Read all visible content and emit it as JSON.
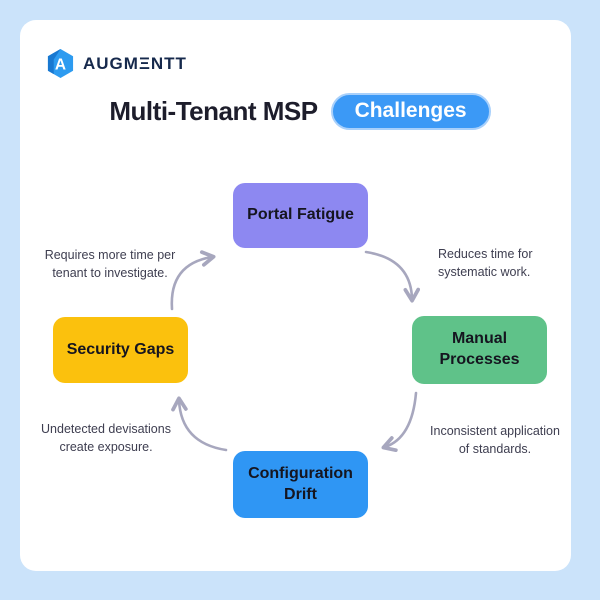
{
  "page": {
    "background_color": "#cbe3fa",
    "card_color": "#ffffff"
  },
  "logo": {
    "brand": "AUGMΞNTT",
    "icon": "augmentt-hexagon-icon",
    "icon_color": "#2d9bf0",
    "wordmark_color": "#16294c"
  },
  "title": {
    "text": "Multi-Tenant MSP",
    "badge_label": "Challenges",
    "badge_bg": "#3b99f6",
    "badge_text_color": "#ffffff"
  },
  "cycle": {
    "direction": "clockwise",
    "arrow_color": "#a7a7be",
    "nodes": [
      {
        "id": "portal-fatigue",
        "label": "Portal Fatigue",
        "bg": "#8d88f1",
        "position": "top"
      },
      {
        "id": "manual-processes",
        "label": "Manual Processes",
        "bg": "#5fc289",
        "position": "right"
      },
      {
        "id": "configuration-drift",
        "label": "Configuration Drift",
        "bg": "#2f96f4",
        "position": "bottom"
      },
      {
        "id": "security-gaps",
        "label": "Security Gaps",
        "bg": "#fbc10d",
        "position": "left"
      }
    ],
    "notes": [
      {
        "id": "note-top-left",
        "text": "Requires more time per tenant to investigate."
      },
      {
        "id": "note-top-right",
        "text": "Reduces time for systematic work."
      },
      {
        "id": "note-bottom-left",
        "text": "Undetected devisations create exposure."
      },
      {
        "id": "note-bottom-right",
        "text": "Inconsistent application of standards."
      }
    ]
  }
}
